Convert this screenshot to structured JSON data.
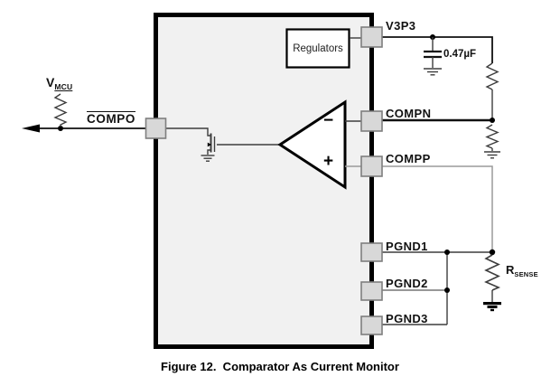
{
  "figure_caption": "Figure 12.  Comparator As Current Monitor",
  "ic": {
    "regulators_label": "Regulators",
    "comparator": {
      "inverting_input": "−",
      "noninverting_input": "+"
    }
  },
  "pins": {
    "compo": "COMPO",
    "v3p3": "V3P3",
    "compn": "COMPN",
    "compp": "COMPP",
    "pgnd1": "PGND1",
    "pgnd2": "PGND2",
    "pgnd3": "PGND3"
  },
  "external": {
    "vmcu": {
      "base": "V",
      "sub": "MCU"
    },
    "bypass_cap_value": "0.47µF",
    "rsense": {
      "base": "R",
      "sub": "SENSE"
    }
  },
  "colors": {
    "bg": "#ffffff",
    "ic-fill": "#f1f1f1",
    "ic-border": "#000000",
    "pin-fill": "#d8d8d8",
    "pin-border": "#7f7f7f",
    "wire": "#3d3d3d",
    "wire-dark": "#111111",
    "wire-light": "#9a9a9a",
    "text": "#111111"
  }
}
